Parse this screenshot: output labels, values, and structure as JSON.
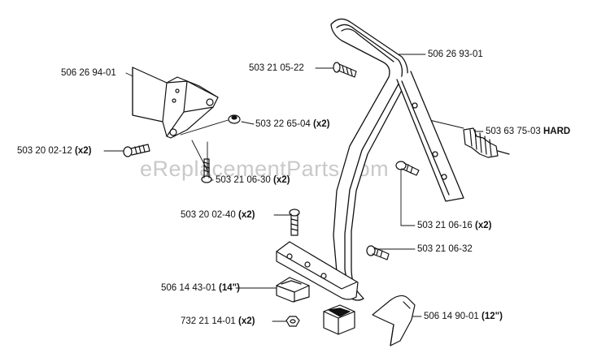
{
  "watermark": "eReplacementParts.com",
  "callouts": [
    {
      "part": "506 26 94-01",
      "qty": ""
    },
    {
      "part": "503 21 05-22",
      "qty": ""
    },
    {
      "part": "506 26 93-01",
      "qty": ""
    },
    {
      "part": "503 22 65-04",
      "qty": "(x2)"
    },
    {
      "part": "503 63 75-03",
      "qty": "HARD"
    },
    {
      "part": "503 20 02-12",
      "qty": "(x2)"
    },
    {
      "part": "503 21 06-30",
      "qty": "(x2)"
    },
    {
      "part": "503 20 02-40",
      "qty": "(x2)"
    },
    {
      "part": "503 21 06-16",
      "qty": "(x2)"
    },
    {
      "part": "503 21 06-32",
      "qty": ""
    },
    {
      "part": "506 14 43-01",
      "qty": "(14\")"
    },
    {
      "part": "506 14 90-01",
      "qty": "(12\")"
    },
    {
      "part": "732 21 14-01",
      "qty": "(x2)"
    }
  ]
}
